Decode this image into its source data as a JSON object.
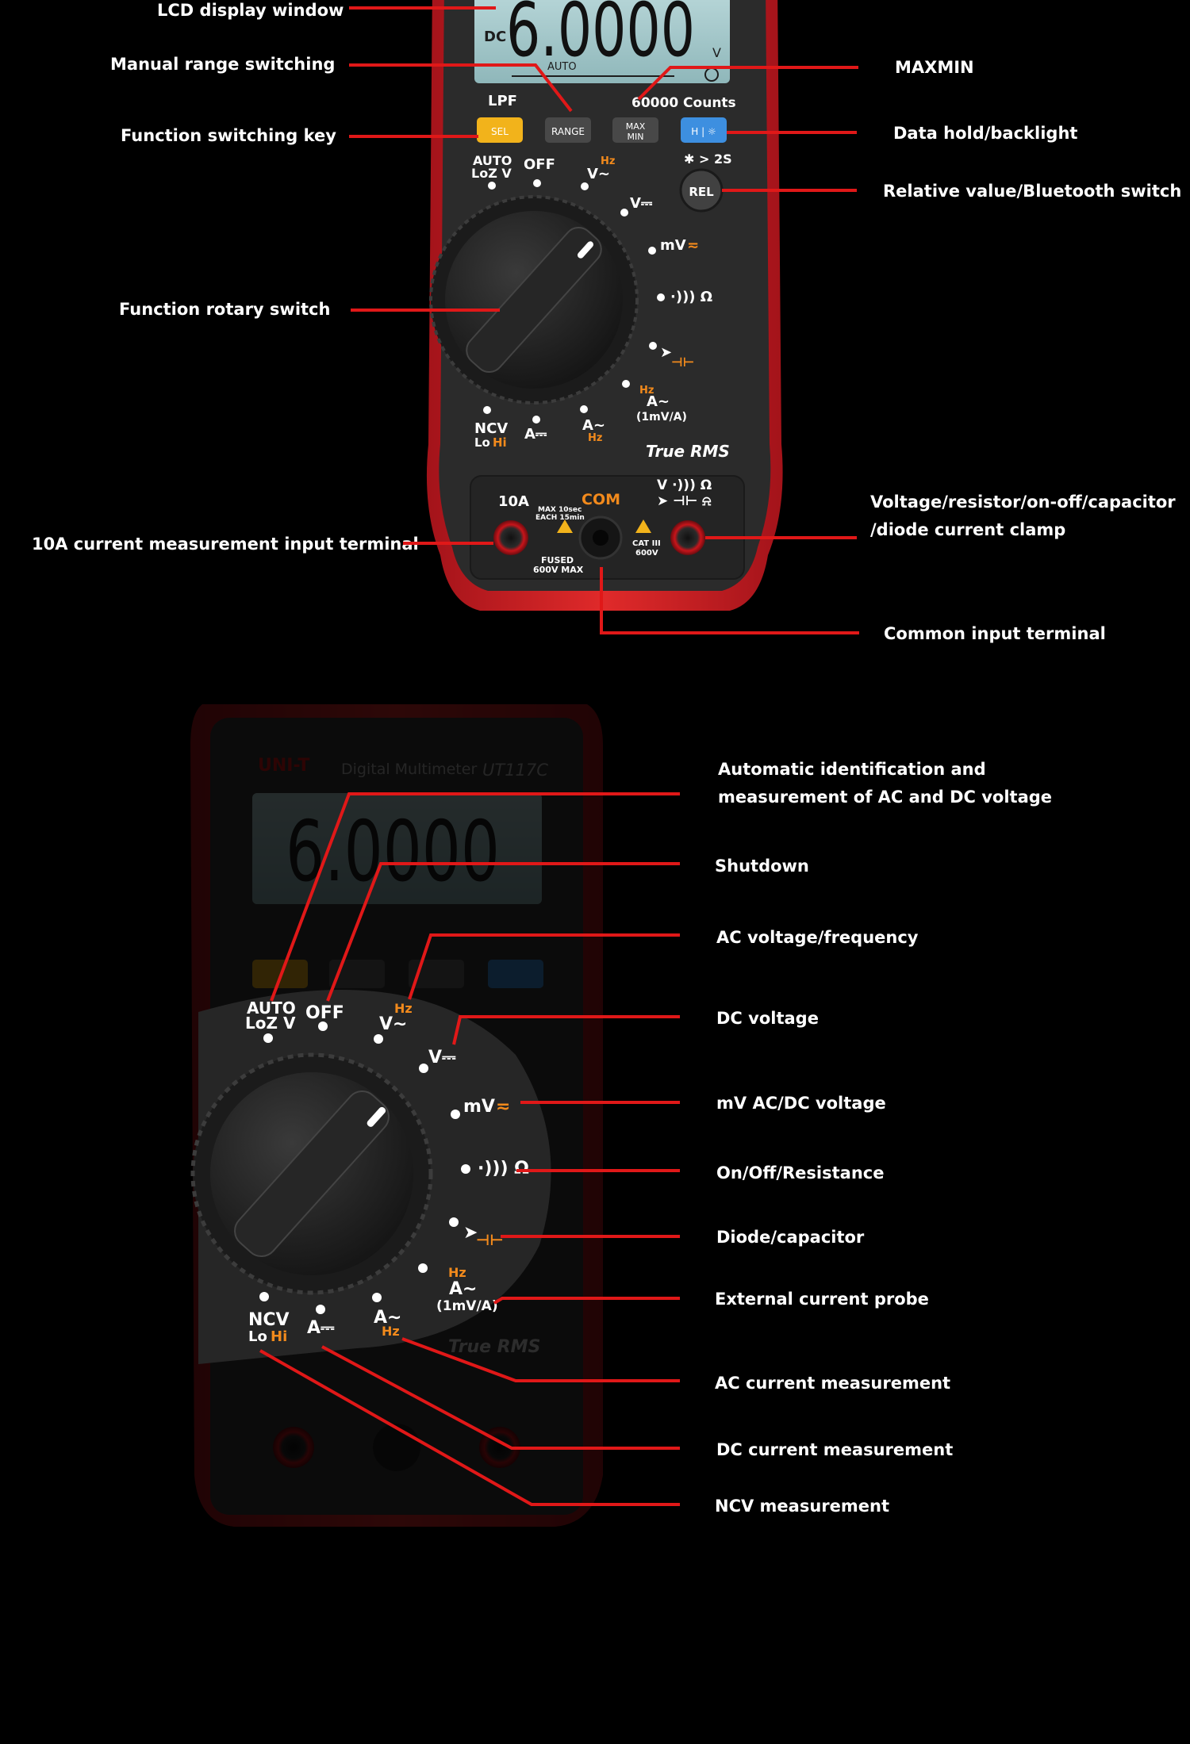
{
  "colors": {
    "background": "#000000",
    "leader_line": "#e01818",
    "meter_body": "#2b2b2b",
    "meter_shell": "#d81e1e",
    "lcd": "#9ec4c6",
    "accent_orange": "#f28a1c",
    "sel_button": "#f2b31b",
    "hold_button": "#3d8fe0"
  },
  "lcd": {
    "reading": "6.0000",
    "dc_label": "DC",
    "unit": "V",
    "auto": "AUTO",
    "counts": "60000 Counts"
  },
  "meter_labels": {
    "lpf": "LPF",
    "sel": "SEL",
    "range": "RANGE",
    "max": "MAX",
    "min": "MIN",
    "hold": "H | ☼",
    "bluetooth": "✱ > 2S",
    "rel": "REL",
    "auto": "AUTO",
    "lozv": "LoZ V",
    "off": "OFF",
    "hz": "Hz",
    "vac": "V∼",
    "vdc": "V⎓",
    "mv": "mV",
    "ohm": "·))) Ω",
    "diode": "➤",
    "clamp_a": "A∼",
    "clamp_mv": "(1mV/A)",
    "ncv": "NCV",
    "lo": "Lo",
    "hi": "Hi",
    "adc": "A⎓",
    "aac": "A∼",
    "true_rms": "True RMS",
    "ten_a": "10A",
    "com": "COM",
    "max10": "MAX 10sec",
    "each15": "EACH 15min",
    "fused": "FUSED",
    "fused600": "600V MAX",
    "cat": "CAT III",
    "cat600": "600V",
    "vterm": "V ·))) Ω",
    "brand": "UNI-T",
    "model_name": "Digital Multimeter",
    "model": "UT117C"
  },
  "callouts_top": [
    "LCD display window",
    "Manual range switching",
    "Function switching key",
    "Function rotary switch",
    "10A current measurement input terminal",
    "MAXMIN",
    "Data hold/backlight",
    "Relative value/Bluetooth switch",
    "Voltage/resistor/on-off/capacitor",
    "/diode current clamp",
    "Common input terminal"
  ],
  "callouts_bottom": [
    "Automatic identification and",
    "measurement of AC and DC voltage",
    "Shutdown",
    "AC voltage/frequency",
    "DC voltage",
    "mV AC/DC voltage",
    "On/Off/Resistance",
    "Diode/capacitor",
    "External current probe",
    "AC current measurement",
    "DC current measurement",
    "NCV measurement"
  ]
}
